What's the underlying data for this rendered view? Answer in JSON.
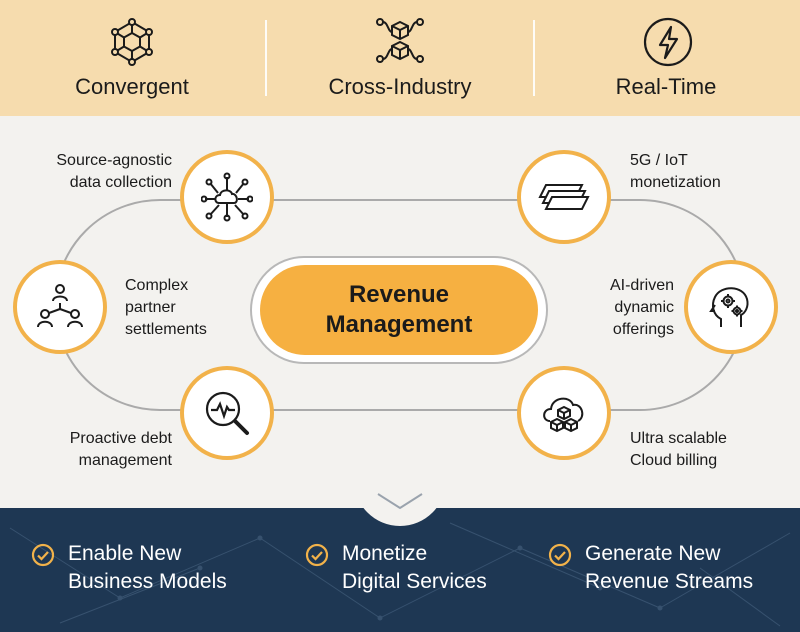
{
  "header": {
    "items": [
      {
        "label": "Convergent",
        "icon": "hexagon-network-icon"
      },
      {
        "label": "Cross-Industry",
        "icon": "linked-cubes-icon"
      },
      {
        "label": "Real-Time",
        "icon": "lightning-bolt-icon"
      }
    ]
  },
  "center": {
    "line1": "Revenue",
    "line2": "Management"
  },
  "nodes": [
    {
      "line1": "Source-agnostic",
      "line2": "data collection",
      "icon": "cloud-network-icon"
    },
    {
      "line1": "Complex",
      "line2": "partner",
      "line3": "settlements",
      "icon": "org-hierarchy-icon"
    },
    {
      "line1": "Proactive debt",
      "line2": "management",
      "icon": "magnifier-pulse-icon"
    },
    {
      "line1": "5G / IoT",
      "line2": "monetization",
      "icon": "stacked-layers-icon"
    },
    {
      "line1": "AI-driven",
      "line2": "dynamic",
      "line3": "offerings",
      "icon": "head-gears-icon"
    },
    {
      "line1": "Ultra scalable",
      "line2": "Cloud billing",
      "icon": "cloud-cubes-icon"
    }
  ],
  "footer": {
    "items": [
      {
        "line1": "Enable New",
        "line2": "Business Models",
        "icon": "check-circle-icon"
      },
      {
        "line1": "Monetize",
        "line2": "Digital Services",
        "icon": "check-circle-icon"
      },
      {
        "line1": "Generate New",
        "line2": "Revenue Streams",
        "icon": "check-circle-icon"
      }
    ]
  },
  "colors": {
    "accent": "#f6b041",
    "top_band": "#f6dcae",
    "bottom_band": "#1e3753",
    "node_ring": "#f2b24a",
    "check": "#f2b24a"
  }
}
